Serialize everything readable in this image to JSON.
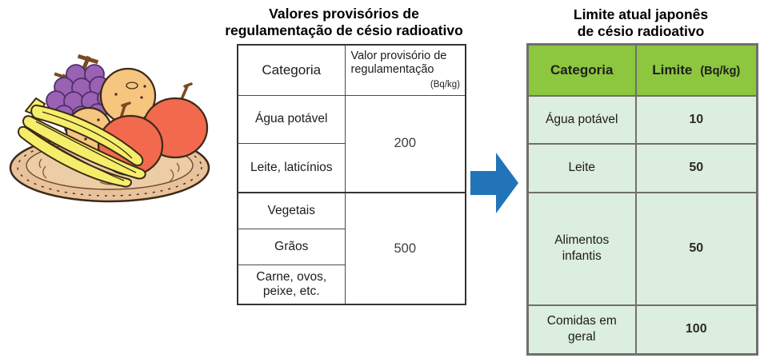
{
  "illustration": {
    "name": "fruit-basket",
    "colors": {
      "grape_purple": "#9a62b3",
      "orange_peach": "#f6c57e",
      "apple_red": "#f2694d",
      "banana_yellow": "#f5ee6b",
      "basket_tan": "#e9c29b",
      "outline_brown": "#3b2b18"
    }
  },
  "left_panel": {
    "title_lines": [
      "Valores provisórios de",
      "regulamentação de césio radioativo"
    ],
    "table": {
      "header": {
        "category": "Categoria",
        "value_label_lines": [
          "Valor provisório de",
          "regulamentação"
        ],
        "unit": "(Bq/kg)"
      },
      "group1": {
        "categories": [
          "Água potável",
          "Leite, laticínios"
        ],
        "value": "200"
      },
      "group2": {
        "categories": [
          "Vegetais",
          "Grãos",
          "Carne, ovos, peixe, etc."
        ],
        "value": "500"
      }
    }
  },
  "arrow": {
    "direction": "right",
    "color": "#2274b9"
  },
  "right_panel": {
    "title_lines": [
      "Limite atual japonês",
      "de césio radioativo"
    ],
    "table": {
      "header": {
        "category": "Categoria",
        "limit_label": "Limite",
        "unit": "(Bq/kg)"
      },
      "rows": [
        {
          "category": "Água potável",
          "value": "10"
        },
        {
          "category": "Leite",
          "value": "50"
        },
        {
          "category": "Alimentos infantis",
          "value": "50"
        },
        {
          "category": "Comidas em geral",
          "value": "100"
        }
      ]
    },
    "colors": {
      "header_green": "#8dc63f",
      "cell_light_green": "#dceedd",
      "border_gray": "#6f6f6f"
    }
  }
}
